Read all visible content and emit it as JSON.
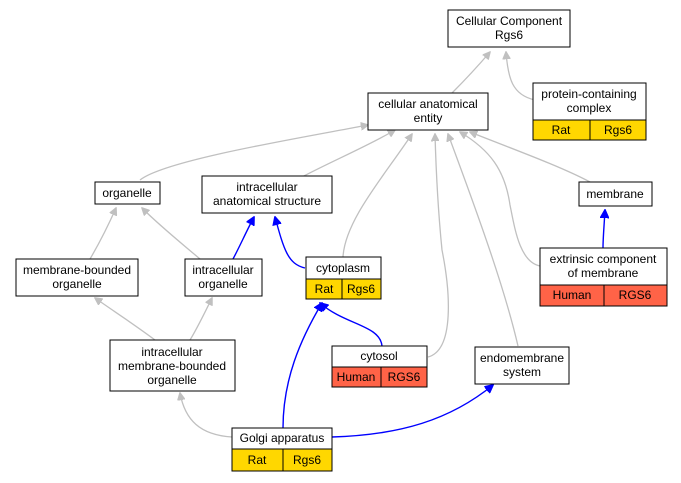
{
  "colors": {
    "rat": "#ffd700",
    "human": "#ff6347",
    "edge_is_a": "#c0c0c0",
    "edge_part_of": "#0000ff"
  },
  "nodes": {
    "root": {
      "line1": "Cellular Component",
      "line2": "Rgs6"
    },
    "protein_complex": {
      "line1": "protein-containing",
      "line2": "complex",
      "badge_species": "Rat",
      "badge_gene": "Rgs6"
    },
    "anatomical_entity": {
      "line1": "cellular anatomical",
      "line2": "entity"
    },
    "organelle": {
      "label": "organelle"
    },
    "intracellular_structure": {
      "line1": "intracellular",
      "line2": "anatomical structure"
    },
    "membrane": {
      "label": "membrane"
    },
    "membrane_bounded": {
      "line1": "membrane-bounded",
      "line2": "organelle"
    },
    "intracellular_organelle": {
      "line1": "intracellular",
      "line2": "organelle"
    },
    "cytoplasm": {
      "label": "cytoplasm",
      "badge_species": "Rat",
      "badge_gene": "Rgs6"
    },
    "extrinsic_membrane": {
      "line1": "extrinsic component",
      "line2": "of membrane",
      "badge_species": "Human",
      "badge_gene": "RGS6"
    },
    "intracellular_mb_organelle": {
      "line1": "intracellular",
      "line2": "membrane-bounded",
      "line3": "organelle"
    },
    "cytosol": {
      "label": "cytosol",
      "badge_species": "Human",
      "badge_gene": "RGS6"
    },
    "endomembrane": {
      "line1": "endomembrane",
      "line2": "system"
    },
    "golgi": {
      "label": "Golgi apparatus",
      "badge_species": "Rat",
      "badge_gene": "Rgs6"
    }
  }
}
